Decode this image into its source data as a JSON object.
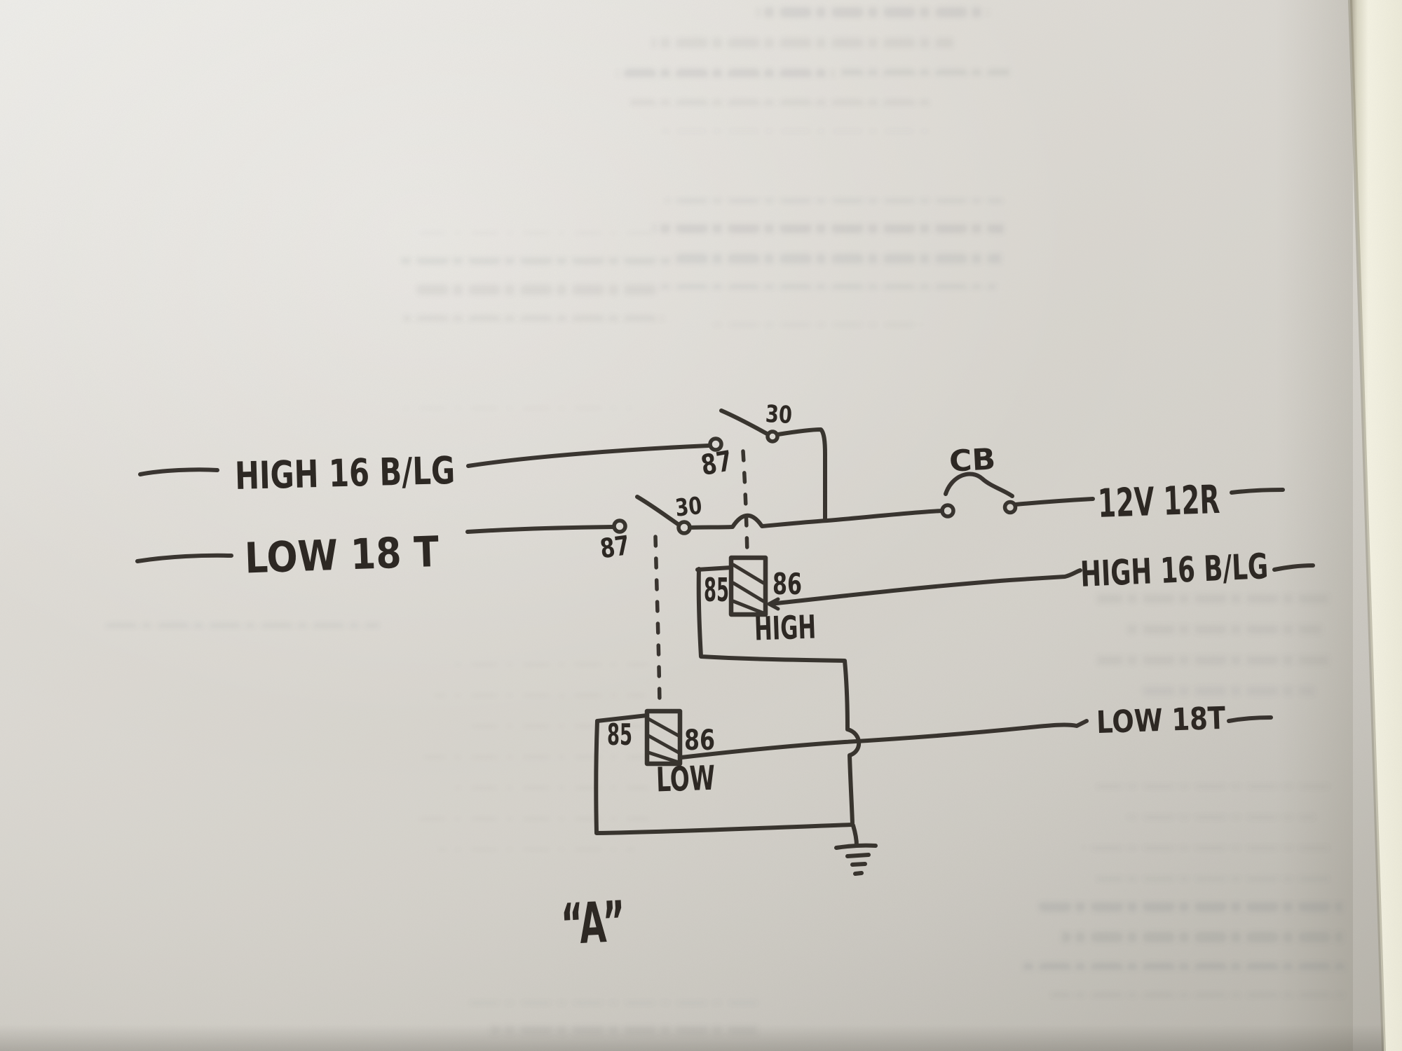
{
  "diagram": {
    "left": {
      "high_wire": "HIGH 16 B/LG",
      "low_wire": "LOW 18 T"
    },
    "right": {
      "feed_wire": "12V 12R",
      "high_wire": "HIGH 16 B/LG",
      "low_wire": "LOW 18T"
    },
    "high_switch": {
      "terminal_30": "30",
      "terminal_87": "87"
    },
    "low_switch": {
      "terminal_30": "30",
      "terminal_87": "87"
    },
    "circuit_breaker": "CB",
    "high_relay": {
      "terminal_85": "85",
      "terminal_86": "86",
      "label": "HIGH"
    },
    "low_relay": {
      "terminal_85": "85",
      "terminal_86": "86",
      "label": "LOW"
    },
    "figure_label": "“A”"
  },
  "colors": {
    "ink": "#2b2621",
    "paper": "#d9d6d0",
    "page_edge": "#f1efe0"
  }
}
